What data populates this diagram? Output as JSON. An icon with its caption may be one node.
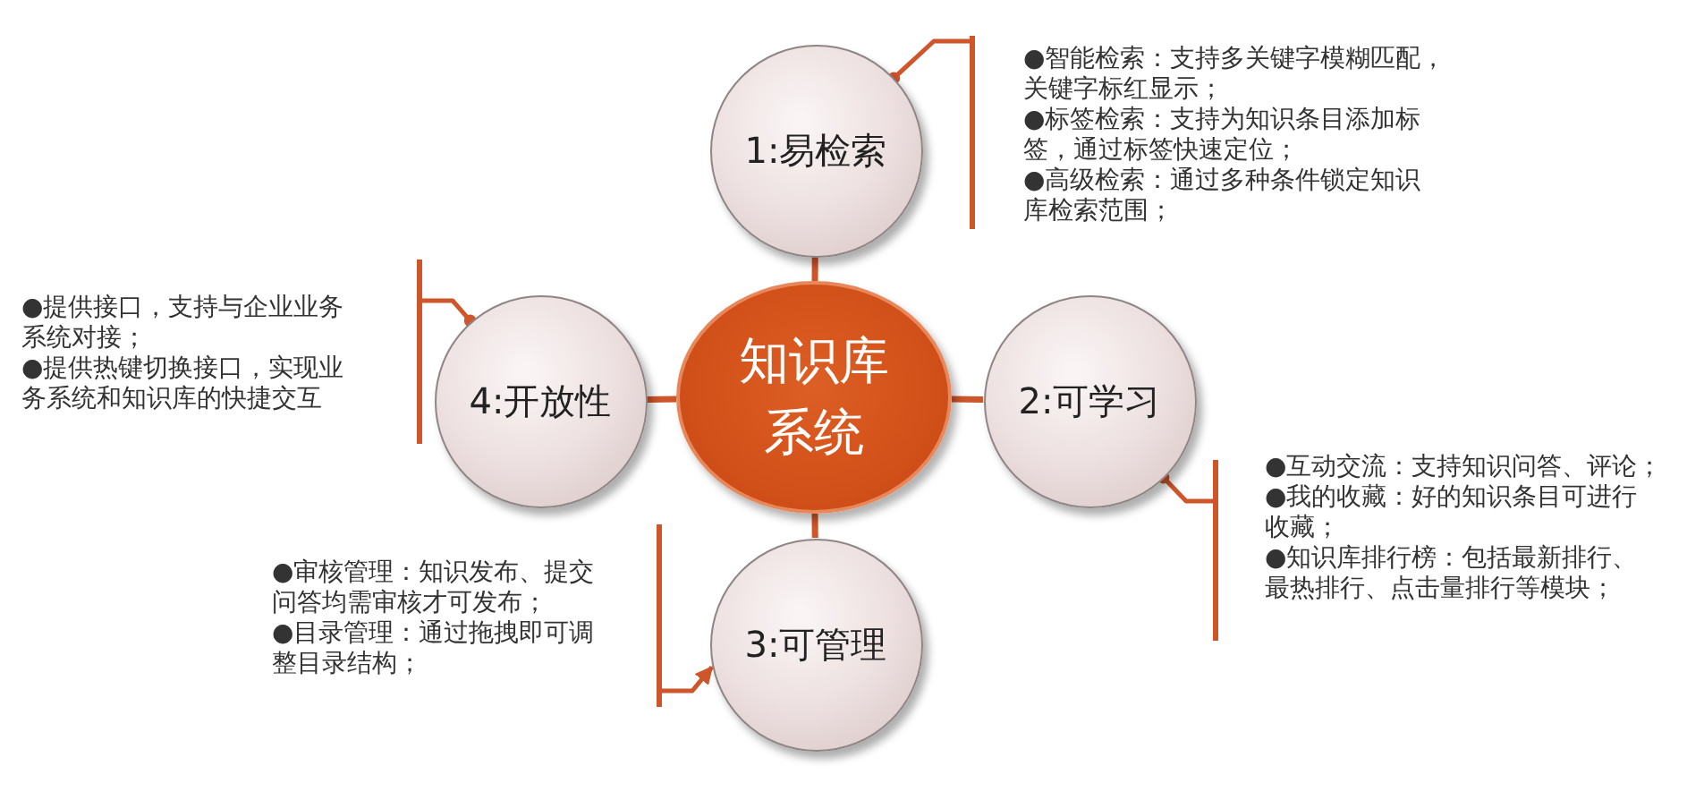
{
  "diagram": {
    "nodes": [
      {
        "text": [
          "知识库系统"
        ]
      },
      {
        "text": [
          "1:易检索"
        ]
      },
      {
        "text": [
          "2:可学习"
        ]
      },
      {
        "text": [
          "3:可管理"
        ]
      },
      {
        "text": [
          "4:开放性"
        ]
      },
      {
        "text": [
          "●智能检索：支持多关键字模糊匹配，关键字标红显示；",
          "●标签检索：支持为知识条目添加标签，通过标签快速定位；",
          "●高级检索：通过多种条件锁定知识库检索范围；"
        ]
      },
      {
        "text": [
          "●互动交流：支持知识问答、评论；",
          "●我的收藏：好的知识条目可进行收藏；",
          "●知识库排行榜：包括最新排行、最热排行、点击量排行等模块；"
        ]
      },
      {
        "text": [
          "●审核管理：知识发布、提交问答均需审核才可发布；",
          "●目录管理：通过拖拽即可调整目录结构；"
        ]
      },
      {
        "text": [
          "●提供接口，支持与企业业务系统对接；",
          "●提供热键切换接口，实现业务系统和知识库的快捷交互"
        ]
      }
    ],
    "edges": [
      {
        "from": 0,
        "to": 1,
        "arrow": "none"
      },
      {
        "from": 0,
        "to": 2,
        "arrow": "none"
      },
      {
        "from": 0,
        "to": 3,
        "arrow": "none"
      },
      {
        "from": 0,
        "to": 4,
        "arrow": "none"
      },
      {
        "from": 5,
        "to": 1,
        "arrow": "other"
      },
      {
        "from": 6,
        "to": 2,
        "arrow": "other"
      },
      {
        "from": 7,
        "to": 3,
        "arrow": "to"
      },
      {
        "from": 8,
        "to": 4,
        "arrow": "other"
      }
    ]
  }
}
